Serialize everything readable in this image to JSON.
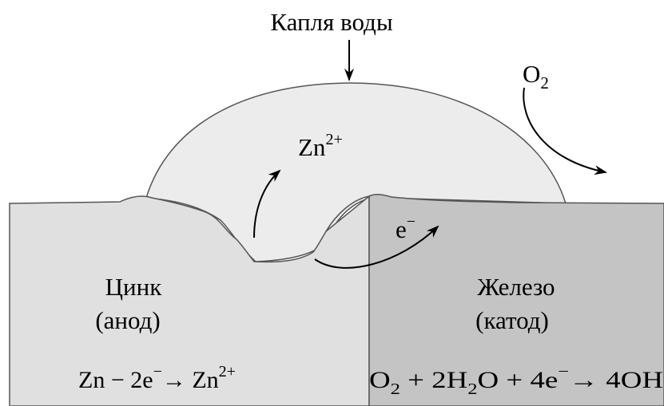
{
  "drop_label": "Капля воды",
  "oxygen_label": {
    "base": "O",
    "sub": "2"
  },
  "zinc_ion_label": {
    "base": "Zn",
    "sup": "2+"
  },
  "electron_label": {
    "base": "e",
    "sup": "−"
  },
  "zinc": {
    "name": "Цинк",
    "role": "(анод)"
  },
  "iron": {
    "name": "Железо",
    "role": "(катод)"
  },
  "anode_reaction": {
    "part1": "Zn − 2e",
    "sup1": "−",
    "arrow": "→ Zn",
    "sup2": "2+"
  },
  "cathode_reaction": {
    "o": "O",
    "s1": "2",
    "p1": " + 2H",
    "s2": "2",
    "p2": "O + 4e",
    "sup": "−",
    "p3": "→ 4OH"
  },
  "colors": {
    "zinc": "#e0e0e0",
    "iron": "#c4c4c4",
    "drop": "#ececec",
    "outline": "#555555",
    "arrow": "#000000"
  }
}
